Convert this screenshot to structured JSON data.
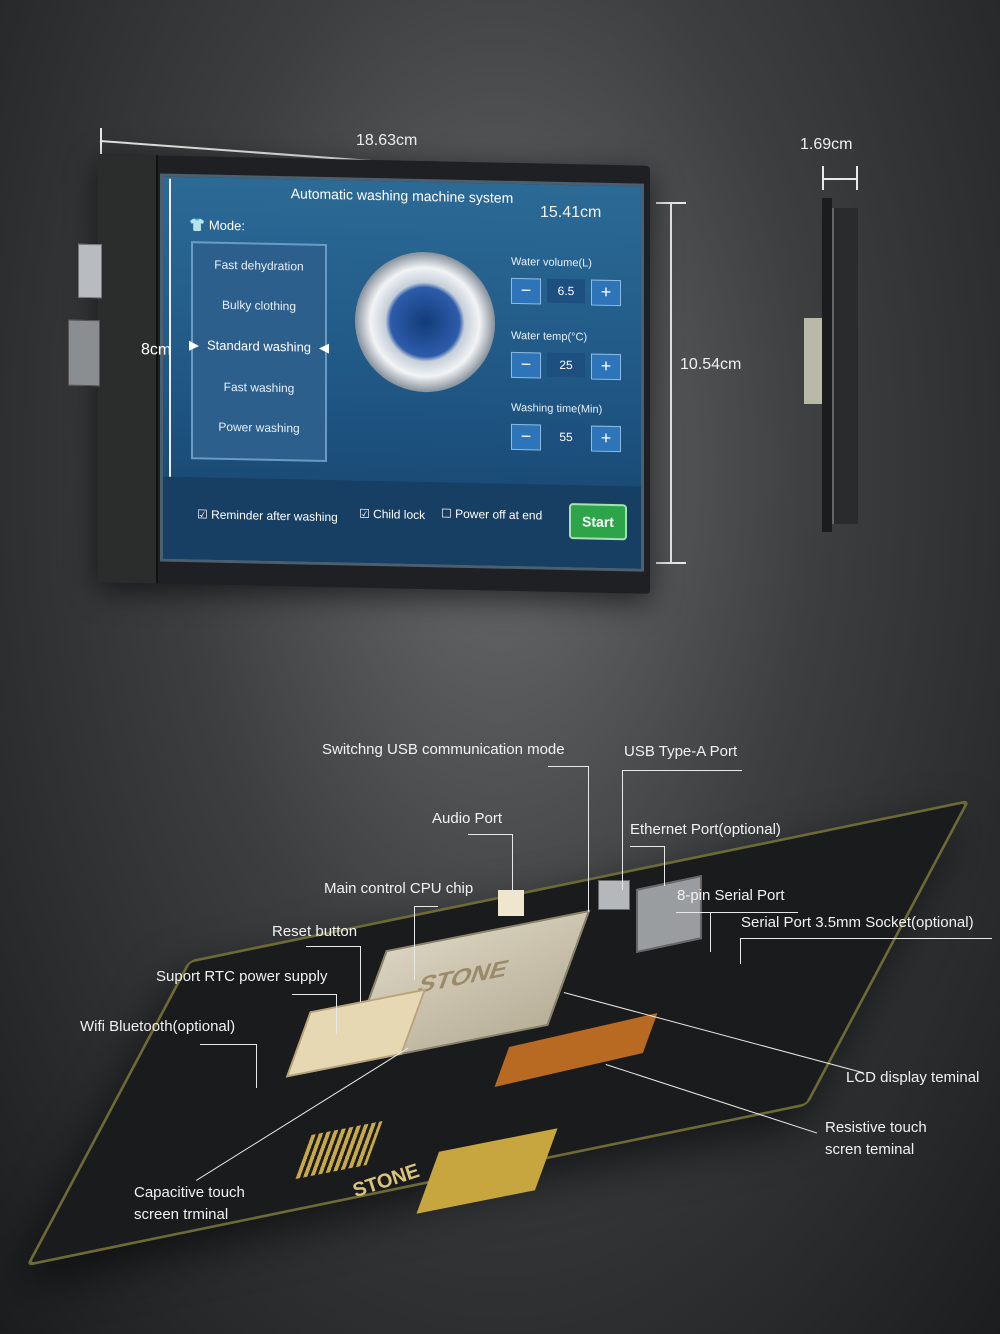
{
  "dimensions": {
    "width_label": "18.63cm",
    "depth_label": "1.69cm",
    "screen_width_label": "15.41cm",
    "screen_height_label": "8cm",
    "height_label": "10.54cm"
  },
  "screen": {
    "title": "Automatic washing machine system",
    "mode_label": "Mode:",
    "modes": [
      "Fast dehydration",
      "Bulky clothing",
      "Standard washing",
      "Fast washing",
      "Power washing"
    ],
    "selected_mode": "Standard washing",
    "controls": [
      {
        "label": "Water volume(L)",
        "value": "6.5"
      },
      {
        "label": "Water temp(°C)",
        "value": "25"
      },
      {
        "label": "Washing time(Min)",
        "value": "55"
      }
    ],
    "minus_symbol": "−",
    "plus_symbol": "+",
    "checkboxes": [
      {
        "label": "Reminder after washing",
        "checked": true
      },
      {
        "label": "Child lock",
        "checked": true
      },
      {
        "label": "Power off at end",
        "checked": false
      }
    ],
    "start_label": "Start"
  },
  "callouts": {
    "usb_mode": "Switchng USB communication mode",
    "usb_a": "USB Type-A Port",
    "audio": "Audio Port",
    "ethernet": "Ethernet Port(optional)",
    "cpu": "Main control CPU chip",
    "serial8": "8-pin Serial Port",
    "serial35": "Serial Port 3.5mm Socket(optional)",
    "reset": "Reset button",
    "rtc": "Suport RTC power supply",
    "wifi": "Wifi Bluetooth(optional)",
    "lcd": "LCD display teminal",
    "resistive_1": "Resistive touch",
    "resistive_2": "scren teminal",
    "capacitive_1": "Capacitive touch",
    "capacitive_2": "screen trminal"
  },
  "board": {
    "chip_brand": "STONE",
    "board_brand": "STONE"
  }
}
